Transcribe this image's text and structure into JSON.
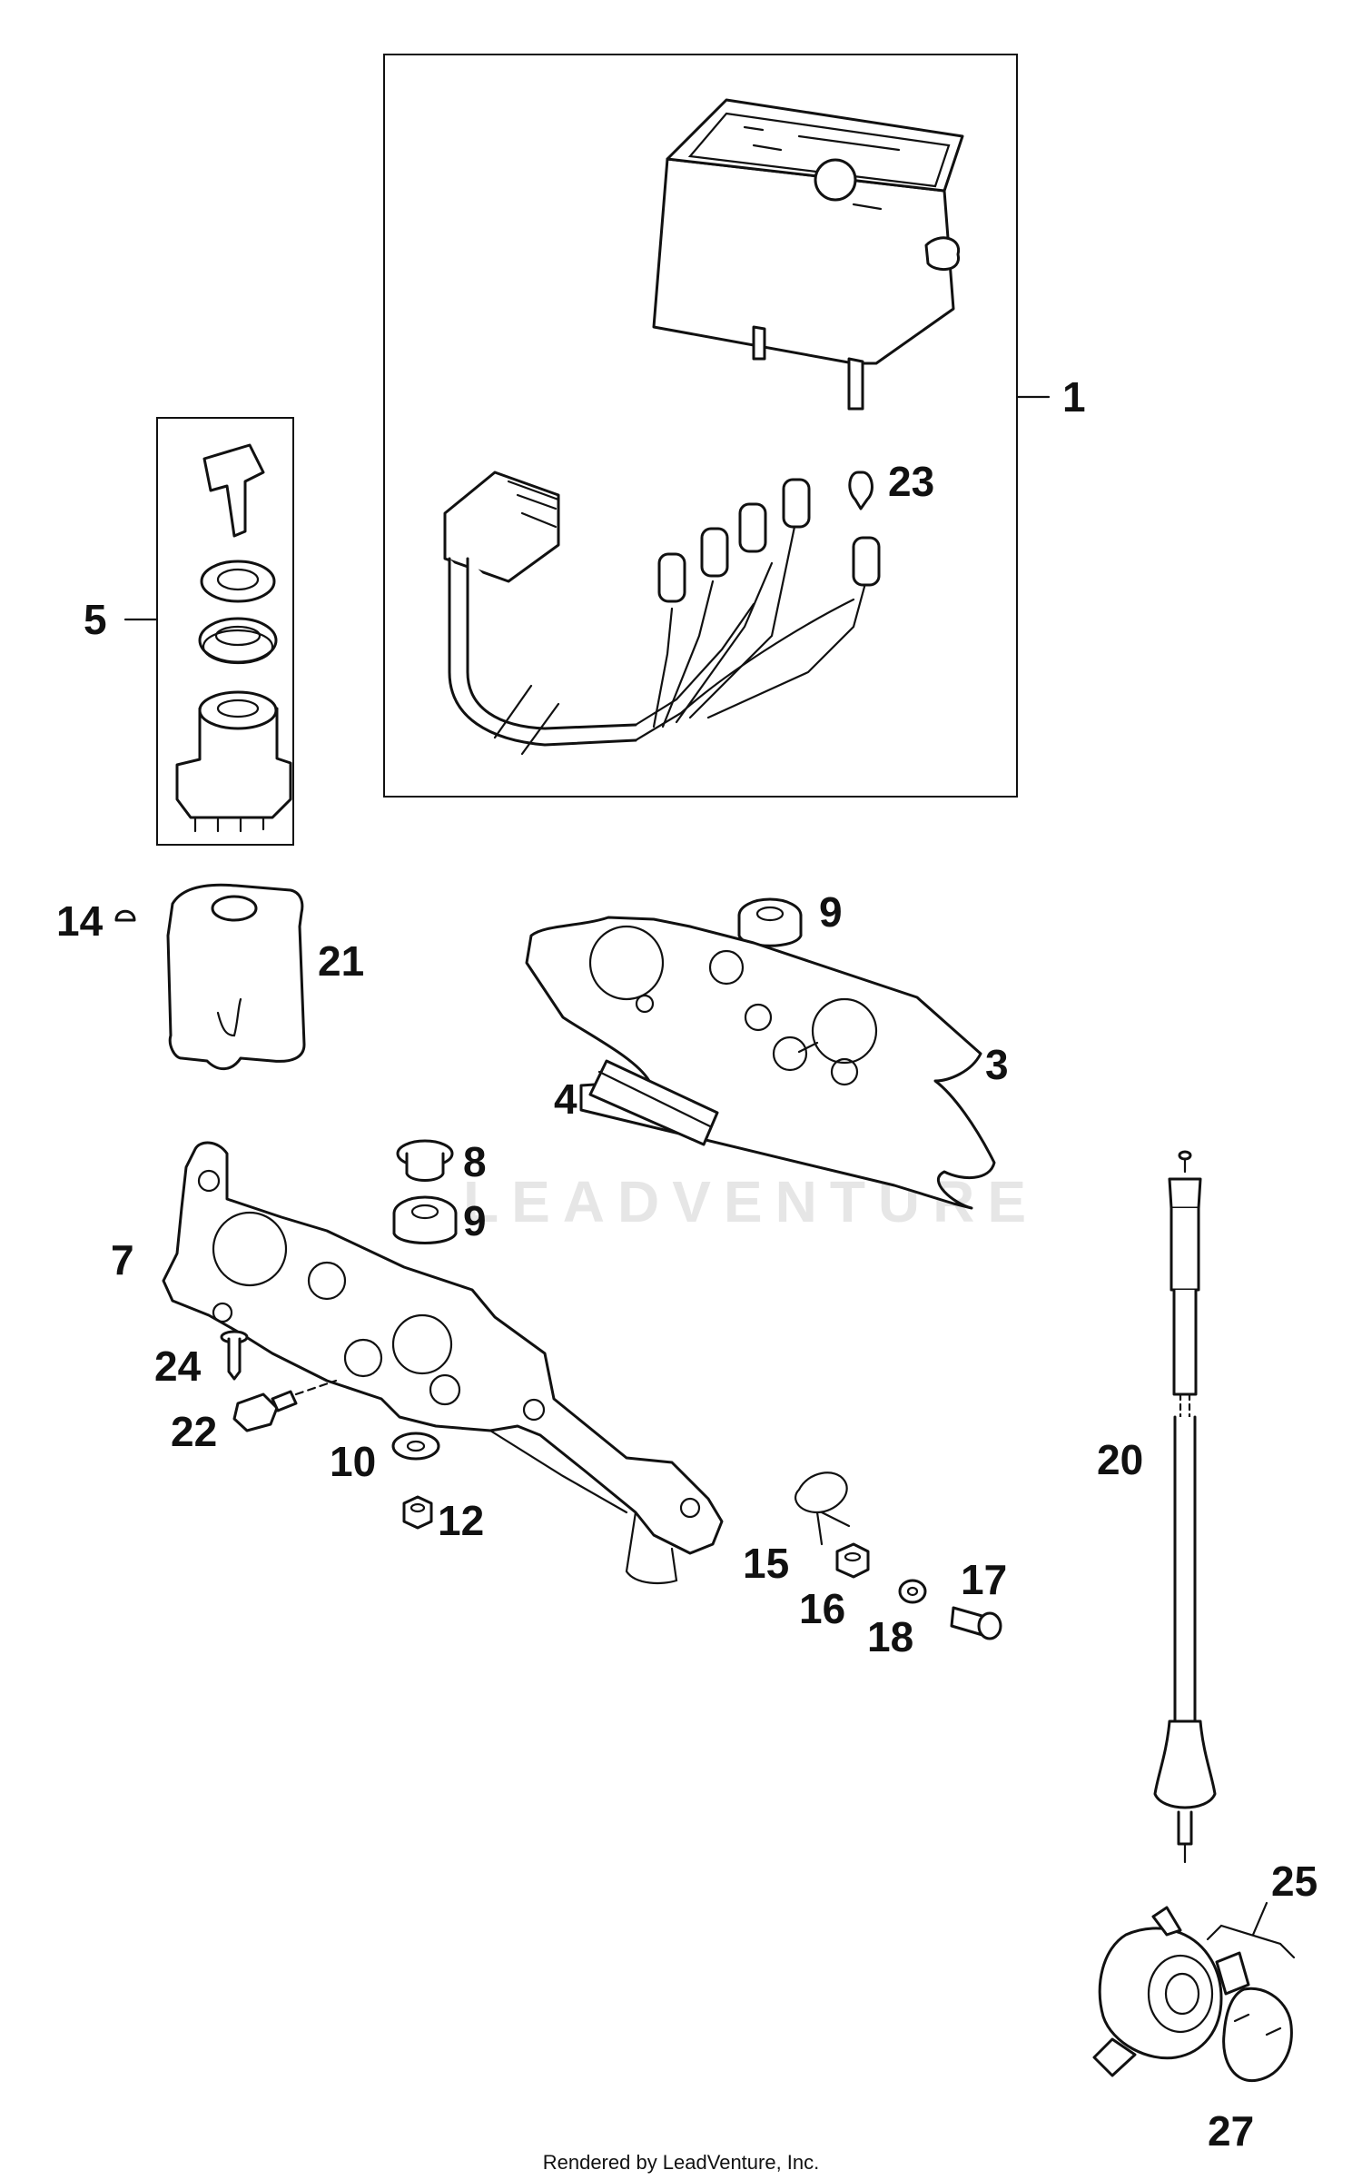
{
  "diagram": {
    "watermark": "LEADVENTURE",
    "footer": "Rendered by LeadVenture, Inc.",
    "callouts": {
      "c1": "1",
      "c23": "23",
      "c5": "5",
      "c14": "14",
      "c21": "21",
      "c9a": "9",
      "c3": "3",
      "c4": "4",
      "c8": "8",
      "c9b": "9",
      "c7": "7",
      "c24": "24",
      "c22": "22",
      "c10": "10",
      "c12": "12",
      "c15": "15",
      "c16": "16",
      "c17": "17",
      "c18": "18",
      "c20": "20",
      "c25": "25",
      "c27": "27"
    }
  }
}
